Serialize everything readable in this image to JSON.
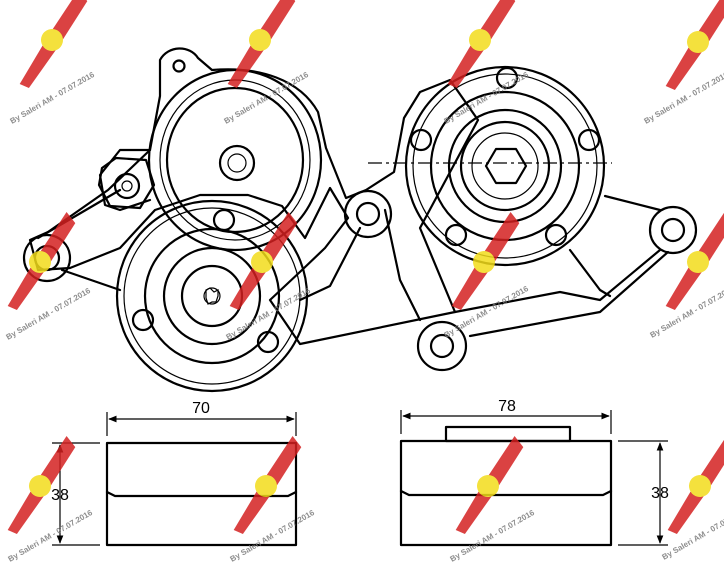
{
  "dimensions": {
    "left_width": "70",
    "left_height": "38",
    "right_width": "78",
    "right_height": "38"
  },
  "watermark": {
    "text": "By Saleri AM - 07.07.2016"
  },
  "colors": {
    "line": "#000000",
    "watermark_wing": "#d42020",
    "watermark_badge": "#f2dc1a",
    "watermark_text": "#7a7a7a"
  }
}
